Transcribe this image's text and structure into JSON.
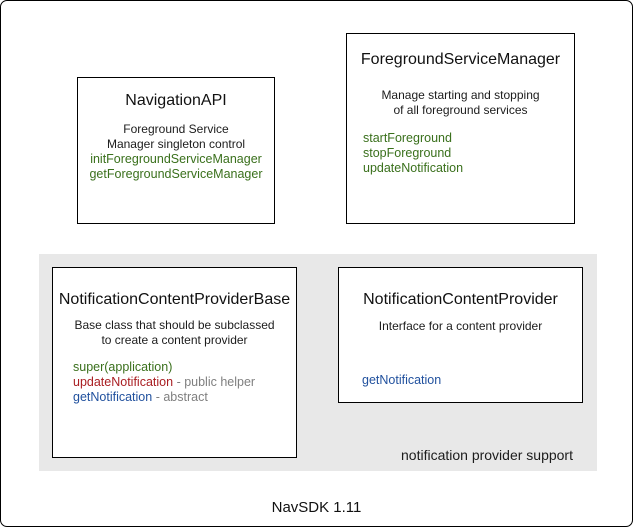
{
  "colors": {
    "method-green": "#3a701c",
    "method-red": "#a91e22",
    "method-blue": "#21519e",
    "muted-gray": "#7f7f7f",
    "region-bg": "#e8e8e8"
  },
  "diagram": {
    "caption": "NavSDK 1.11",
    "region": {
      "label": "notification provider support"
    },
    "boxes": {
      "navigation_api": {
        "title": "NavigationAPI",
        "description": [
          "Foreground Service",
          "Manager singleton control"
        ],
        "methods": [
          {
            "name": "initForegroundServiceManager"
          },
          {
            "name": "getForegroundServiceManager"
          }
        ]
      },
      "foreground_service_manager": {
        "title": "ForegroundServiceManager",
        "description": [
          "Manage starting and stopping",
          "of all foreground services"
        ],
        "methods": [
          {
            "name": "startForeground"
          },
          {
            "name": "stopForeground"
          },
          {
            "name": "updateNotification"
          }
        ]
      },
      "notification_content_provider_base": {
        "title": "NotificationContentProviderBase",
        "description": [
          "Base class that should be subclassed",
          "to create a content provider"
        ],
        "methods": [
          {
            "name": "super(application)",
            "suffix": ""
          },
          {
            "name": "updateNotification",
            "suffix": "- public helper"
          },
          {
            "name": "getNotification",
            "suffix": "- abstract"
          }
        ]
      },
      "notification_content_provider": {
        "title": "NotificationContentProvider",
        "description": [
          "Interface for a content provider"
        ],
        "methods": [
          {
            "name": "getNotification"
          }
        ]
      }
    }
  }
}
